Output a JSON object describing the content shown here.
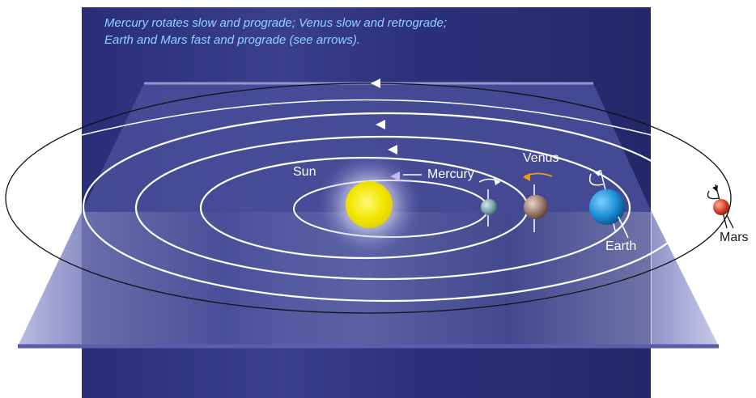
{
  "caption": {
    "line1": "Mercury rotates slow and prograde; Venus slow and retrograde;",
    "line2": "Earth and Mars fast and prograde (see arrows)."
  },
  "labels": {
    "sun": "Sun",
    "mercury": "Mercury",
    "venus": "Venus",
    "earth": "Earth",
    "mars": "Mars"
  },
  "colors": {
    "background": "#25296b",
    "orbit_inner": "#ffffff",
    "orbit_mars": "#111111",
    "sun": "#f2e600",
    "mercury": "#7fa6ad",
    "venus": "#9c7a70",
    "earth": "#1e8fd8",
    "mars": "#d8432c",
    "venus_arrow": "#f39a1a",
    "caption": "#8fd3ff"
  }
}
